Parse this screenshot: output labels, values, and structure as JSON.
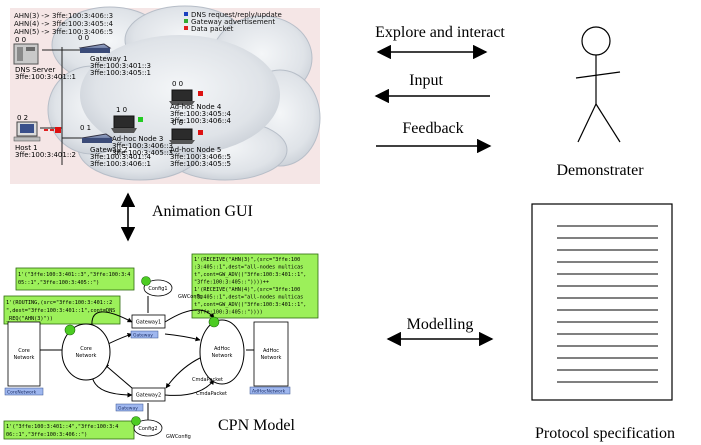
{
  "animation": {
    "routing_text": [
      "AHN(3) -> 3ffe:100:3:406::3",
      "AHN(4) -> 3ffe:100:3:405::4",
      "AHN(5) -> 3ffe:100:3:406::5"
    ],
    "legend": [
      {
        "label": "DNS request/reply/update",
        "color": "#1a3fbf"
      },
      {
        "label": "Gateway advertisement",
        "color": "#33aa33"
      },
      {
        "label": "Data packet",
        "color": "#e02020"
      }
    ],
    "dns_server": {
      "counters": "0  0",
      "name": "DNS Server",
      "addr": "3ffe:100:3:401::1"
    },
    "gateway1": {
      "counters": "0  0",
      "name": "Gateway 1",
      "addr1": "3ffe:100:3:401::3",
      "addr2": "3ffe:100:3:405::1"
    },
    "host1": {
      "counters": "0   2",
      "name": "Host 1",
      "addr": "3ffe:100:3:401::2"
    },
    "gateway2": {
      "counters": "0  1",
      "name": "Gateway 2",
      "addr1": "3ffe:100:3:401::4",
      "addr2": "3ffe:100:3:406::1"
    },
    "node3": {
      "counters": "1  0",
      "name": "Ad-hoc Node 3",
      "addr1": "3ffe:100:3:406::3",
      "addr2": "3ffe:100:3:405::3"
    },
    "node4": {
      "counters": "0  0",
      "name": "Ad-hoc Node 4",
      "addr1": "3ffe:100:3:405::4",
      "addr2": "3ffe:100:3:406::4"
    },
    "node5": {
      "counters": "0  0",
      "name": "Ad-hoc Node 5",
      "addr1": "3ffe:100:3:406::5",
      "addr2": "3ffe:100:3:405::5"
    },
    "status_colors": {
      "green": "#22cc22",
      "red": "#dd1111"
    }
  },
  "labels": {
    "explore": "Explore and interact",
    "input": "Input",
    "feedback": "Feedback",
    "demonstrater": "Demonstrater",
    "animation_gui": "Animation GUI",
    "modelling": "Modelling",
    "cpn_model": "CPN Model",
    "protocol_spec": "Protocol specification"
  },
  "cpn": {
    "box_top_left": [
      "1'(\"3ffe:100:3:401::3\",\"3ffe:100:3:4",
      "05::1\",\"3ffe:100:3:405::\")"
    ],
    "box_left": [
      "1'(ROUTING,(src=\"3ffe:100:3:401::2",
      "\",dest=\"3ffe:100:3:401::1\",cont=DNS",
      "_REQ(\"AHN(3)\"))"
    ],
    "box_right": [
      "1'(RECEIVE(\"AHN(3)\",(src=\"3ffe:100",
      ":3:405::1\",dest=\"all-nodes multicas",
      "t\",cont=GW_ADV((\"3ffe:100:3:401::1\",",
      "\"3ffe:100:3:405::\"))))++",
      "1'(RECEIVE(\"AHN(4)\",(src=\"3ffe:100",
      ":3:405::1\",dest=\"all-nodes multicas",
      "t\",cont=GW_ADV((\"3ffe:100:3:401::1\",",
      "\"3ffe:100:3:405::\"))))"
    ],
    "box_bottom_left": [
      "1'(\"3ffe:100:3:401::4\",\"3ffe:100:3:4",
      "06::1\",\"3ffe:100:3:406::\")"
    ],
    "config1": "Config1",
    "config2": "Config2",
    "gwconfig_top": "GWConfig",
    "gwconfig_bottom": "GWConfig",
    "gateway1": "Gateway1",
    "gateway2": "Gateway2",
    "core_network_box": [
      "Core",
      "Network"
    ],
    "core_network_place": [
      "Core",
      "Network"
    ],
    "adhoc_network_place": [
      "AdHoc",
      "Network"
    ],
    "adhoc_network_box": [
      "AdHoc",
      "Network"
    ],
    "cmda_top": "CmdaPacket",
    "cmda_bottom": "CmdaPacket",
    "tag_gateway": "Gateway",
    "tag_gateway2": "Gateway",
    "tag_core": "CoreNetwork",
    "tag_adhoc": "AdHocNetwork"
  }
}
